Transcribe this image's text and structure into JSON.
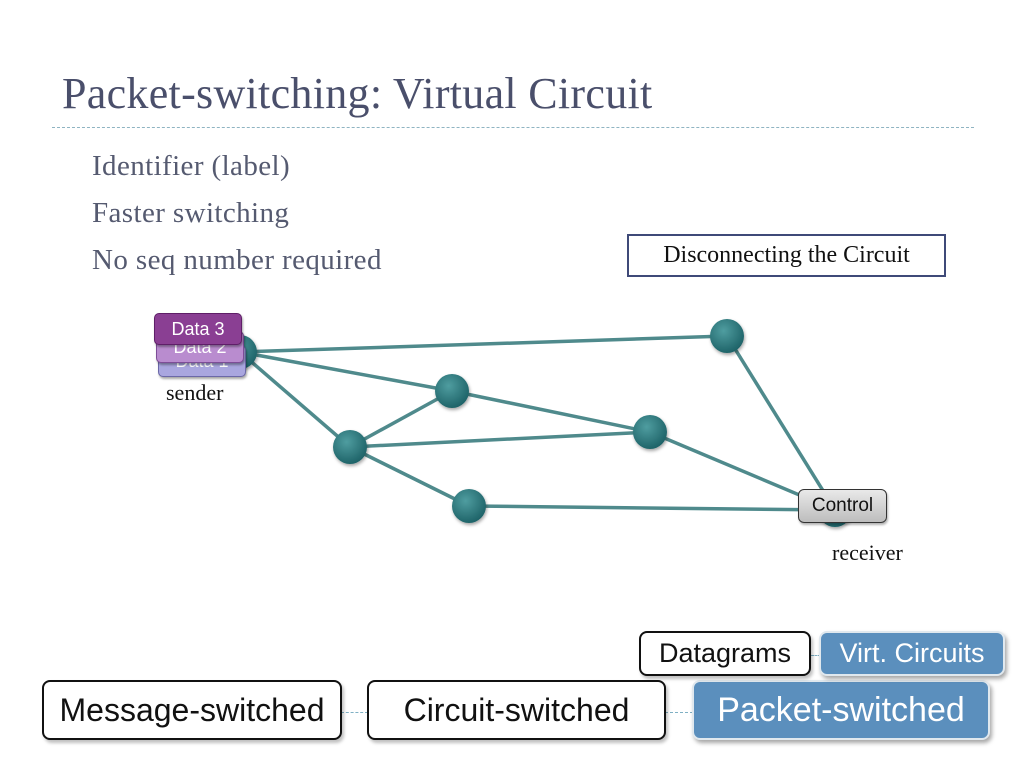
{
  "slide": {
    "title": "Packet-switching: Virtual Circuit",
    "bullets": [
      "Identifier (label)",
      "Faster switching",
      "No seq number required"
    ],
    "callout": "Disconnecting the Circuit"
  },
  "network": {
    "packets": [
      {
        "label": "Data 1"
      },
      {
        "label": "Data 2"
      },
      {
        "label": "Data 3"
      }
    ],
    "sender_label": "sender",
    "receiver_label": "receiver",
    "control_label": "Control"
  },
  "taxonomy": {
    "message_switched": "Message-switched",
    "circuit_switched": "Circuit-switched",
    "packet_switched": "Packet-switched",
    "datagrams": "Datagrams",
    "virtual_circuits": "Virt. Circuits"
  },
  "colors": {
    "title": "#4a4f6b",
    "node": "#2f7f83",
    "link": "#4f8a8c",
    "accent_box": "#5b8fbd"
  }
}
